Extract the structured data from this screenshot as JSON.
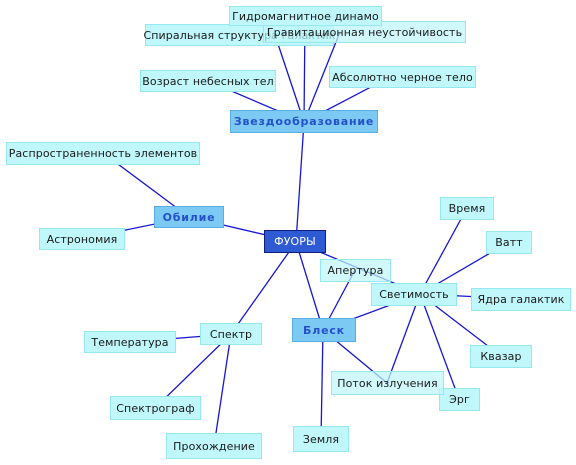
{
  "diagram": {
    "type": "mind-map",
    "colors": {
      "root_fill": "#2e5bd4",
      "hub_fill": "#7cc9f3",
      "hub_text": "#2451c8",
      "leaf_fill": "#bff7fb",
      "edge": "#1616d4"
    },
    "nodes": {
      "fuors": "ФУОРЫ",
      "zvezdoobrazovanie": "Звездообразование",
      "obilie": "Обилие",
      "blesk": "Блеск",
      "svetimost": "Светимость",
      "spektr": "Спектр",
      "gidromagnit": "Гидромагнитное динамо",
      "spiral": "Спиральная структура галактик",
      "gravitac": "Гравитационная неустойчивость",
      "vozrast": "Возраст небесных тел",
      "absolyut": "Абсолютно черное тело",
      "rasprostr": "Распространенность элементов",
      "astronomiya": "Астрономия",
      "vremya": "Время",
      "vatt": "Ватт",
      "apertura": "Апертура",
      "yadra": "Ядра галактик",
      "kvazar": "Квазар",
      "temperatura": "Температура",
      "potok": "Поток излучения",
      "erg": "Эрг",
      "spektrograf": "Спектрограф",
      "prohozhdenie": "Прохождение",
      "zemlya": "Земля"
    },
    "edges": [
      [
        "fuors",
        "zvezdoobrazovanie"
      ],
      [
        "fuors",
        "obilie"
      ],
      [
        "fuors",
        "blesk"
      ],
      [
        "fuors",
        "spektr"
      ],
      [
        "zvezdoobrazovanie",
        "gidromagnit"
      ],
      [
        "zvezdoobrazovanie",
        "spiral"
      ],
      [
        "zvezdoobrazovanie",
        "gravitac"
      ],
      [
        "zvezdoobrazovanie",
        "vozrast"
      ],
      [
        "zvezdoobrazovanie",
        "absolyut"
      ],
      [
        "obilie",
        "rasprostr"
      ],
      [
        "obilie",
        "astronomiya"
      ],
      [
        "blesk",
        "apertura"
      ],
      [
        "blesk",
        "svetimost"
      ],
      [
        "blesk",
        "potok"
      ],
      [
        "blesk",
        "zemlya"
      ],
      [
        "svetimost",
        "vremya"
      ],
      [
        "svetimost",
        "vatt"
      ],
      [
        "svetimost",
        "yadra"
      ],
      [
        "svetimost",
        "kvazar"
      ],
      [
        "svetimost",
        "erg"
      ],
      [
        "svetimost",
        "potok"
      ],
      [
        "svetimost",
        "fuors"
      ],
      [
        "spektr",
        "temperatura"
      ],
      [
        "spektr",
        "spektrograf"
      ],
      [
        "spektr",
        "prohozhdenie"
      ]
    ]
  }
}
